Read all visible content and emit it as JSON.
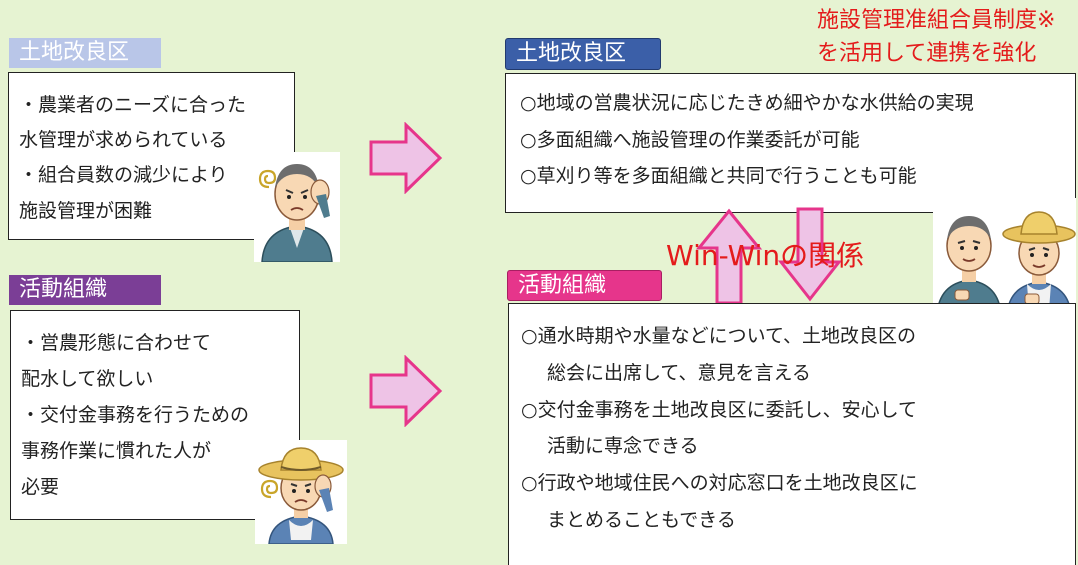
{
  "left": {
    "kairyo_label": "土地改良区",
    "kairyo_lines": [
      "・農業者のニーズに合った",
      "水管理が求められている",
      "・組合員数の減少により",
      "施設管理が困難"
    ],
    "katsudo_label": "活動組織",
    "katsudo_lines": [
      "・営農形態に合わせて",
      "配水して欲しい",
      "・交付金事務を行うための",
      "事務作業に慣れた人が",
      "必要"
    ]
  },
  "right": {
    "kairyo_label": "土地改良区",
    "kairyo_lines": [
      "○地域の営農状況に応じたきめ細やかな水供給の実現",
      "○多面組織へ施設管理の作業委託が可能",
      "○草刈り等を多面組織と共同で行うことも可能"
    ],
    "katsudo_label": "活動組織",
    "katsudo_lines": [
      "○通水時期や水量などについて、土地改良区の",
      "総会に出席して、意見を言える",
      "○交付金事務を土地改良区に委託し、安心して",
      "活動に専念できる",
      "○行政や地域住民への対応窓口を土地改良区に",
      "まとめることもできる"
    ]
  },
  "callout": {
    "line1": "施設管理准組合員制度※",
    "line2": "を活用して連携を強化"
  },
  "winwin": "Win-Winの関係",
  "colors": {
    "background": "#e6f3d2",
    "left_kairyo_label": "#b9c6e8",
    "right_kairyo_label": "#3b5fa8",
    "katsudo_label": "#7b3e96",
    "right_katsudo_label": "#e6358b",
    "arrow_fill": "#eec3e6",
    "arrow_stroke": "#e6358b",
    "red_text": "#e41b1b"
  }
}
